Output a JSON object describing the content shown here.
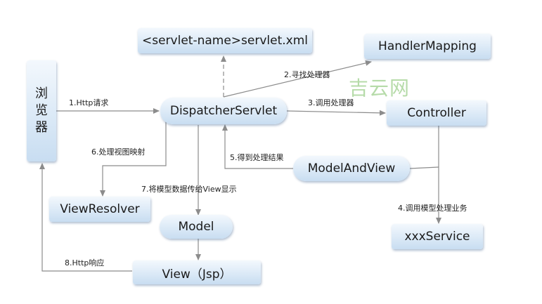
{
  "nodes": {
    "browser": [
      "浏",
      "览",
      "器"
    ],
    "servlet_xml": "<servlet-name>servlet.xml",
    "handler_mapping": "HandlerMapping",
    "dispatcher": "DispatcherServlet",
    "controller": "Controller",
    "model_and_view": "ModelAndView",
    "view_resolver": "ViewResolver",
    "model": "Model",
    "xxx_service": "xxxService",
    "view_jsp": "View（Jsp）"
  },
  "edges": {
    "e1": "1.Http请求",
    "e2": "2.寻找处理器",
    "e3": "3.调用处理器",
    "e4": "4.调用模型处理业务",
    "e5": "5.得到处理结果",
    "e6": "6.处理视图映射",
    "e7": "7.将模型数据传给View显示",
    "e8": "8.Http响应"
  },
  "watermark": "吉云网",
  "colors": {
    "box_top": "#f3f8fd",
    "box_bottom": "#c8ddf1",
    "arrow": "#8c8c8c",
    "watermark": "#7bbf64"
  }
}
